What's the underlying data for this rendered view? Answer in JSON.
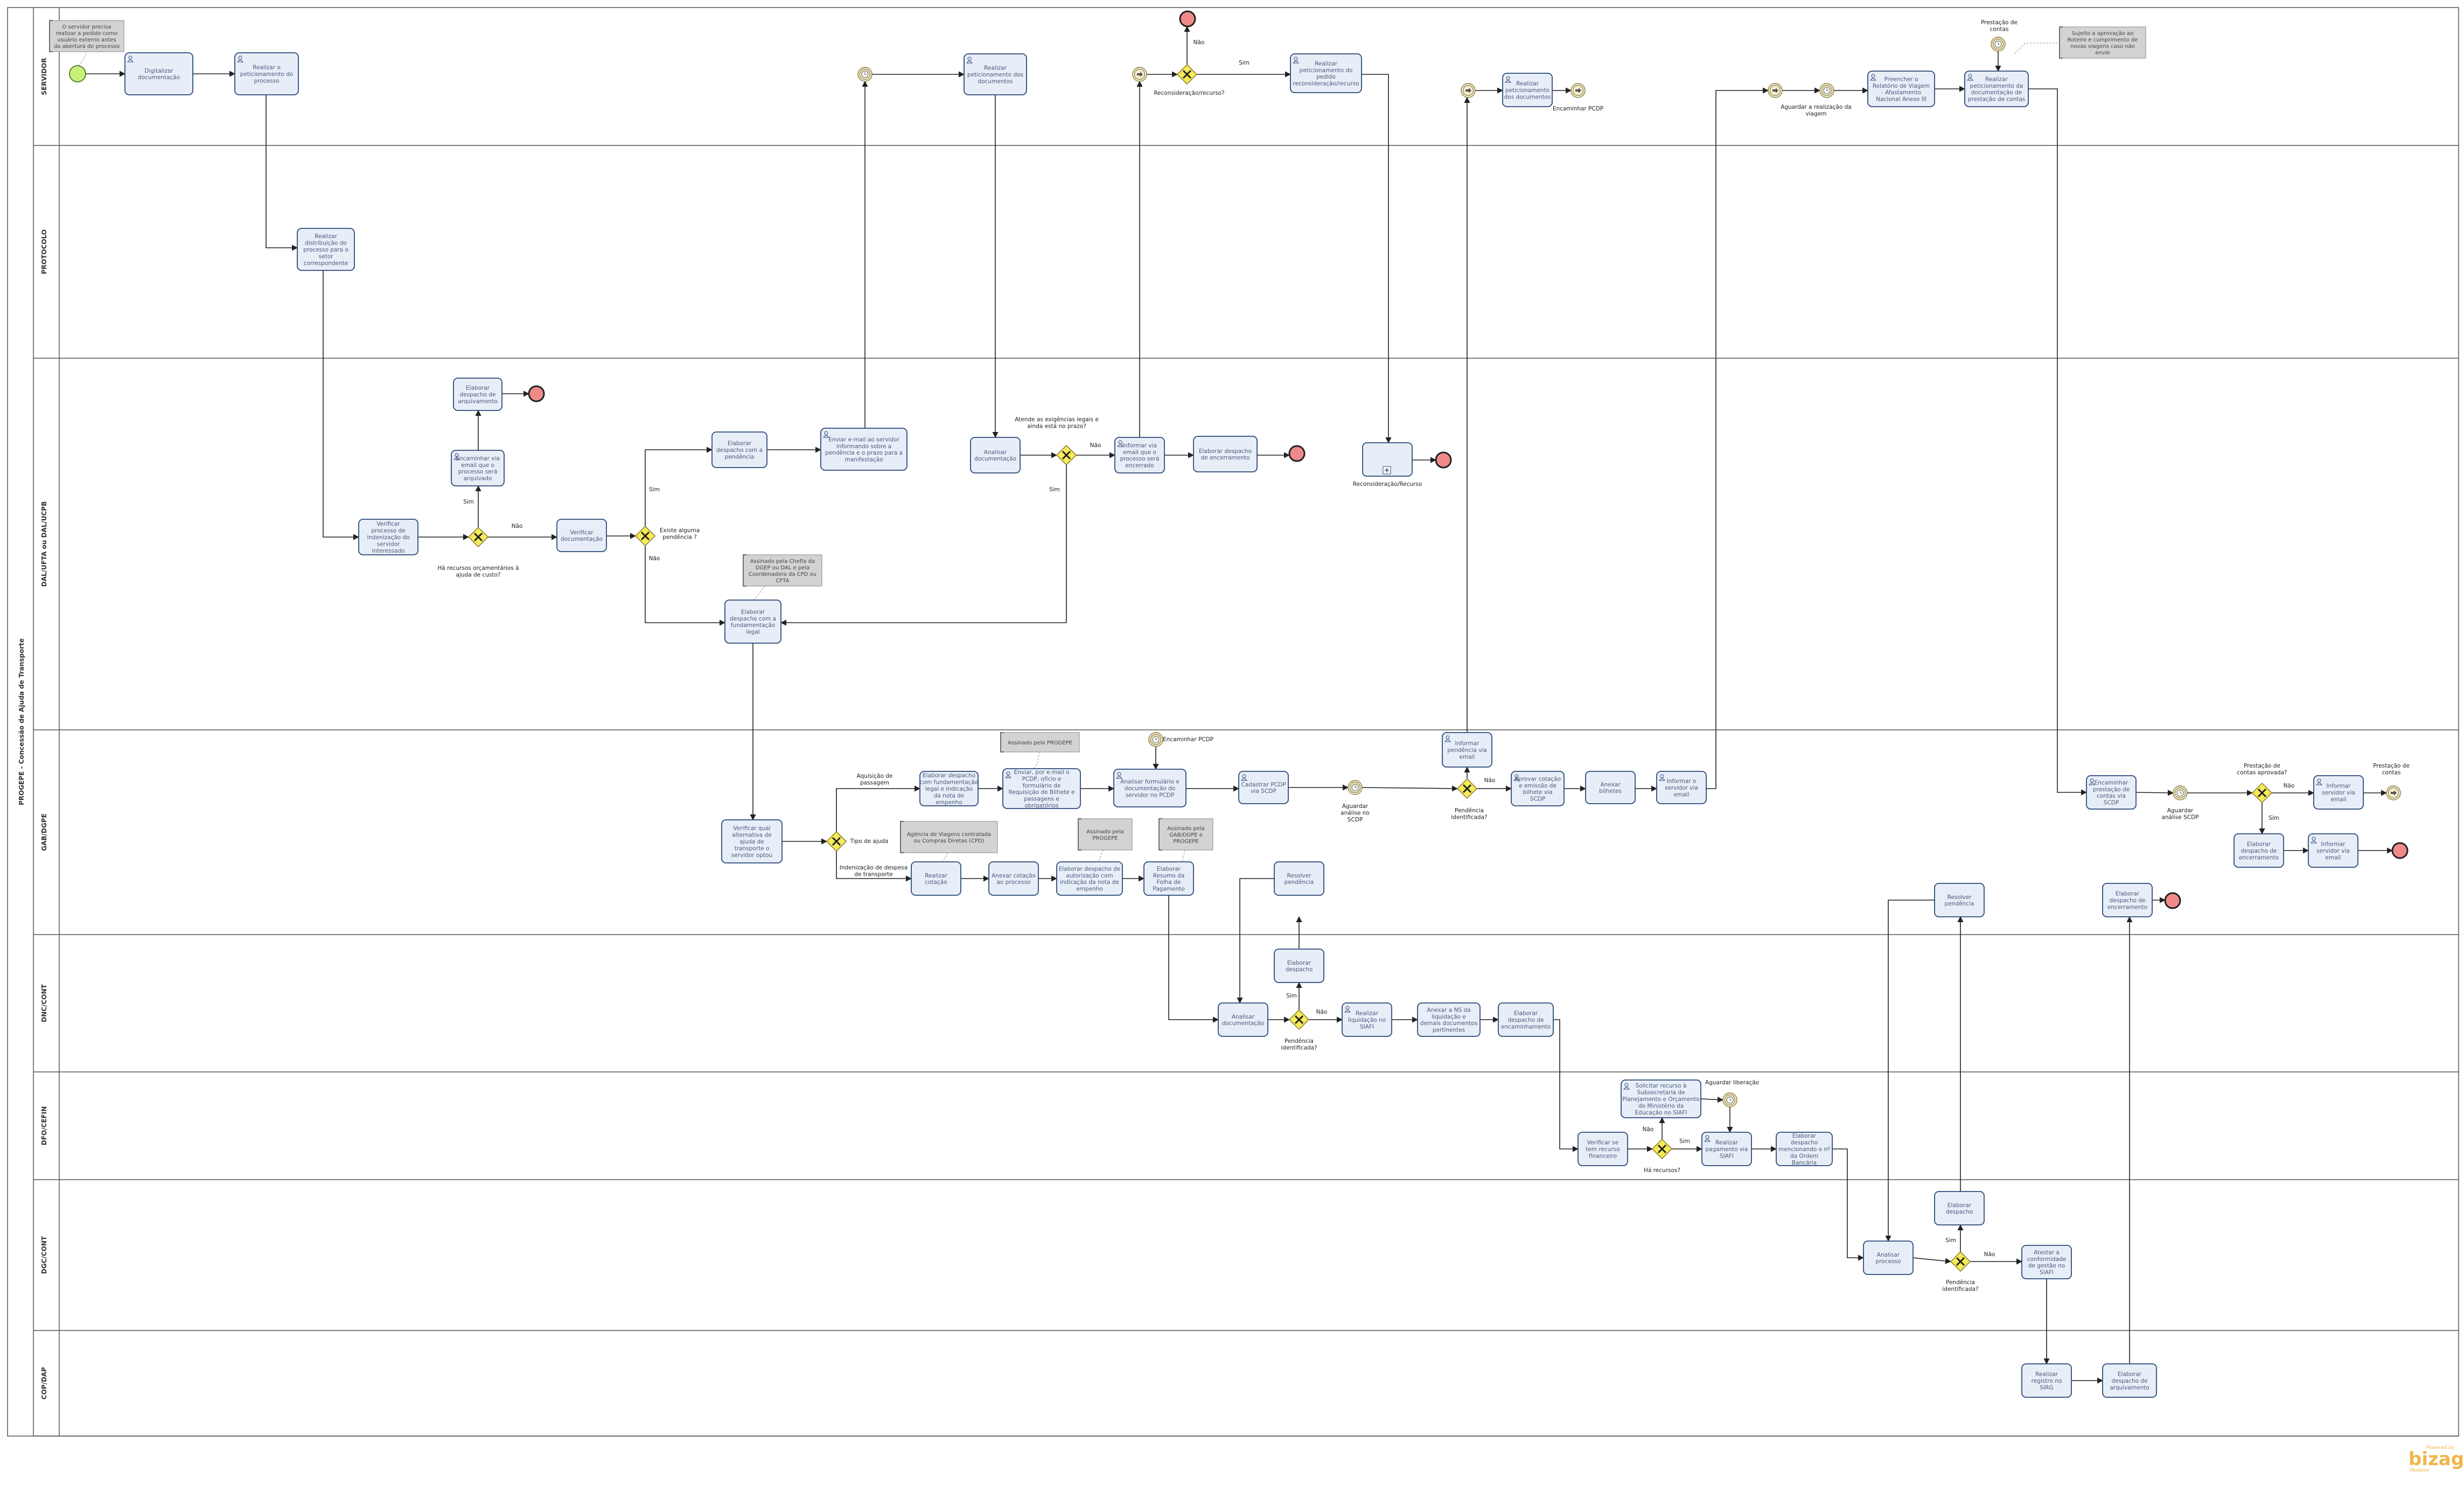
{
  "pool": {
    "label": "PROGEPE - Concessão de Ajuda de Transporte"
  },
  "lanes": [
    {
      "id": "servidor",
      "label": "SERVIDOR"
    },
    {
      "id": "protocolo",
      "label": "PROTOCOLO"
    },
    {
      "id": "dal",
      "label": "DAL/UFTA ou DAL/UCPB"
    },
    {
      "id": "gab",
      "label": "GAB/DGPE"
    },
    {
      "id": "dnccont",
      "label": "DNC/CONT"
    },
    {
      "id": "dfo",
      "label": "DFO/CEFIN"
    },
    {
      "id": "dgc",
      "label": "DGC/CONT"
    },
    {
      "id": "cop",
      "label": "COP/DAP"
    }
  ],
  "tasks": {
    "t1": "Digitalizar documentação",
    "t2": "Realizar o peticionamento do processo",
    "t3": "Realizar distribuição do processo para o setor correspondente",
    "t4": "Verificar processo de indenização do servidor interessado",
    "t5": "Encaminhar via email que o processo será arquivado",
    "t6": "Elaborar despacho de arquivamento",
    "t7": "Verificar documentação",
    "t8": "Elaborar despacho com a pendência",
    "t9": "Enviar e-mail ao servidor informando sobre a pendência e o prazo para a manifestação",
    "t10": "Realizar peticionamento dos documentos",
    "t11": "Analisar documentação",
    "t12": "Informar via email que o processo será encerrado",
    "t13": "Elaborar despacho de encerramento",
    "t14": "Realizar peticionamento do pedido reconsideração/recurso",
    "t15": "Elaborar despacho com a fundamentação legal",
    "t16": "Verificar qual alternativa de ajuda de transporte o servidor optou",
    "t17": "Elaborar despacho com fundamentação legal e indicação da nota de empenho",
    "t18": "Enviar, por e-mail o PCDP, ofício e formulário de Requisição de Bilhete e passagens e obrigatórios",
    "t19": "Analisar formulário e documentação do servidor no PCDP",
    "t20": "Cadastrar PCDP via SCDP",
    "t21": "Informar pendência via email",
    "t22": "Aprovar cotação e emissão de bilhete via SCDP",
    "t23": "Anexar bilhetes",
    "t24": "Informar o servidor via email",
    "t25": "Realizar cotação",
    "t26": "Anexar cotação ao processo",
    "t27": "Elaborar despacho de autorização com indicação da nota de empenho",
    "t28": "Elaborar Resumo da Folha de Pagamento",
    "t29": "Resolver pendência",
    "t30": "Elaborar despacho",
    "t31": "Analisar documentação",
    "t32": "Realizar liquidação no SIAFI",
    "t33": "Anexar a NS da liquidação e demais documentos pertinentes",
    "t34": "Elaborar despacho de encaminhamento",
    "t35": "Verificar se tem recurso financeiro",
    "t36": "Solicitar recurso à Subsecretaria de Planejamento e Orçamento do Ministério da Educação no SIAFI",
    "t37": "Realizar pagamento via SIAFI",
    "t38": "Elaborar despacho mencionando o nº da Ordem Bancária",
    "t39": "Analisar processo",
    "t40": "Elaborar despacho",
    "t41": "Resolver pendência",
    "t42": "Atestar a conformidade de gestão no SIAFI",
    "t43": "Realizar registro no SIRG",
    "t44": "Elaborar despacho de arquivamento",
    "t45": "Elaborar despacho de encerramento",
    "t46": "Realizar peticionamento dos documentos",
    "t47": "Preencher o Relatório de Viagem - Afastamento Nacional Anexo III",
    "t48": "Realizar peticionamento da documentação de prestação de contas",
    "t49": "Encaminhar prestação de contas via SCDP",
    "t50": "Informar servidor via email",
    "t51": "Elaborar despacho de encerramento",
    "t52": "Informar servidor via email",
    "t53": "Reconsideração/Recurso"
  },
  "labels": {
    "l_ha_recursos": "Há recursos orçamentários à ajuda de custo?",
    "l_sim": "Sim",
    "l_nao": "Não",
    "l_existe_pendencia": "Existe alguma pendência ?",
    "l_atende_exigencias": "Atende as exigências legais e ainda está no prazo?",
    "l_reconsideracao": "Reconsideração/recurso?",
    "l_reconsid_recurso": "Reconsideração/Recurso",
    "l_encaminhar_pcdp": "Encaminhar PCDP",
    "l_encaminhar_pcdp2": "Encaminhar PCDP",
    "l_tipo_ajuda": "Tipo de ajuda",
    "l_aquisicao": "Aquisição de passagem",
    "l_indenizacao": "Indenização de despesa de transporte",
    "l_aguardar_analise": "Aguardar análise no SCDP",
    "l_pendencia_ident": "Pendência identificada?",
    "l_pendencia_ident2": "Pendência identificada?",
    "l_pendencia_ident3": "Pendência identificada?",
    "l_aguardar_realizacao": "Aguardar a realização da viagem",
    "l_prestacao_contas": "Prestação de contas",
    "l_prestacao_aprovada": "Prestação de contas aprovada?",
    "l_prestacao_contas2": "Prestação de contas",
    "l_aguardar_scdp": "Aguardar análise SCDP",
    "l_ha_recursos2": "Há recursos?",
    "l_aguardar_liberacao": "Aguardar liberação",
    "logo": "bizagi",
    "logo_small": "Modeler",
    "logo_top": "Powered by"
  },
  "annotations": {
    "n1": "O servidor precisa realizar a pedido como usuário externo antes da abertura do processo",
    "n2": "Assinado pela Chefia da DGEP ou DAL e pela Coordenadora da CPD ou CFTA",
    "n3": "Assinado pela PROGEPE",
    "n4": "Agência de Viagens contratada ou Compras Diretas (CPD)",
    "n5": "Assinado pela PROGEPE",
    "n6": "Assinado pela GAB/DGPE e PROGEPE",
    "n7": "Sujeito a aprovação ao Roteiro e cumprimento de novas viagens caso não envie"
  },
  "colors": {
    "task_fill": "#e8eef8",
    "task_stroke": "#2b4a7a",
    "start_fill": "#c8f07a",
    "end_fill": "#f08a8a",
    "gateway_fill": "#f5ea5a",
    "intermediate_fill": "#f3efcf",
    "note_fill": "#d3d3d3"
  }
}
